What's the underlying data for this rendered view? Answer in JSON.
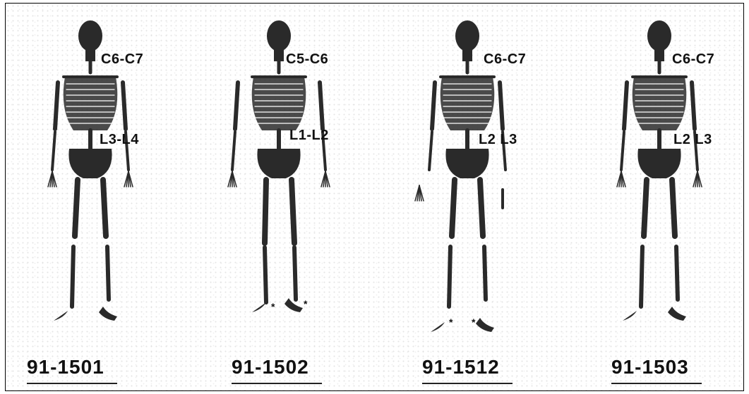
{
  "specimens": [
    {
      "code": "91-1501",
      "cervical": "C6-C7",
      "lumbar": "L3-L4",
      "stars": []
    },
    {
      "code": "91-1502",
      "cervical": "C5-C6",
      "lumbar": "L1-L2",
      "stars": [
        "*",
        "*"
      ]
    },
    {
      "code": "91-1512",
      "cervical": "C6-C7",
      "lumbar": "L2 L3",
      "stars": [
        "*",
        "*"
      ]
    },
    {
      "code": "91-1503",
      "cervical": "C6-C7",
      "lumbar": "L2 L3",
      "stars": []
    }
  ],
  "colors": {
    "bone": "#2a2a2a",
    "ink": "#111111",
    "paper": "#ffffff"
  }
}
